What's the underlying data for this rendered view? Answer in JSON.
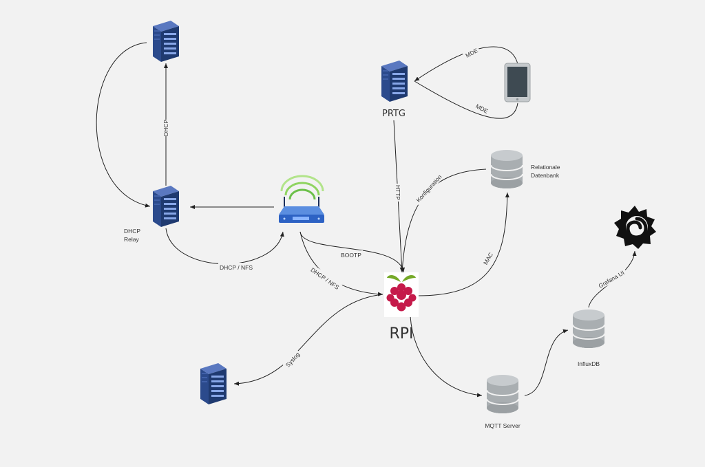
{
  "nodes": {
    "server_top": {
      "label": ""
    },
    "dhcp_relay": {
      "label_line1": "DHCP",
      "label_line2": "Relay"
    },
    "router": {
      "label": ""
    },
    "syslog_server": {
      "label": ""
    },
    "prtg": {
      "label": "PRTG"
    },
    "tablet": {
      "label": ""
    },
    "relational_db": {
      "label_line1": "Relationale",
      "label_line2": "Datenbank"
    },
    "rpi": {
      "label": "RPI"
    },
    "grafana": {
      "label": ""
    },
    "influxdb": {
      "label": "InfluxDB"
    },
    "mqtt": {
      "label": "MQTT Server"
    }
  },
  "edges": {
    "dhcp_vertical": "DHCP",
    "dhcp_nfs_relay": "DHCP / NFS",
    "bootp": "BOOTP",
    "dhcp_nfs_rpi": "DHCP / NFS",
    "http": "HTTP",
    "konfiguration": "Konfiguration",
    "mac": "MAC",
    "mde_top": "MDE",
    "mde_bottom": "MDE",
    "syslog": "Syslog",
    "grafana_ui": "Grafana UI"
  },
  "icons": {
    "server": "server-rack-icon",
    "router": "wifi-router-icon",
    "tablet": "tablet-icon",
    "database": "database-icon",
    "rpi": "raspberry-pi-icon",
    "grafana": "grafana-logo-icon"
  },
  "colors": {
    "background": "#f2f2f2",
    "server_blue": "#2b4a8c",
    "db_gray": "#a9aeb1",
    "rpi_red": "#c51a4a",
    "rpi_green": "#75a928"
  }
}
